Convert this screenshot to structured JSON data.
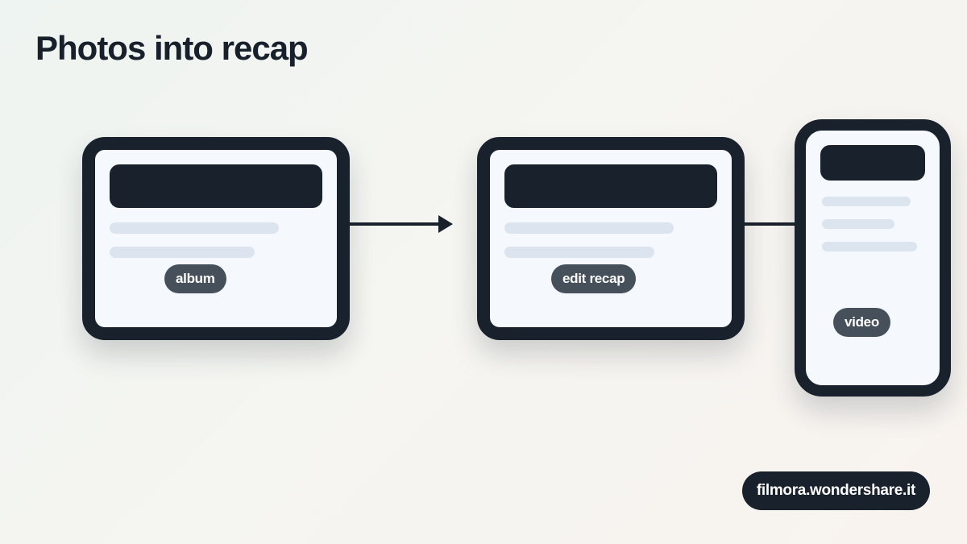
{
  "title": "Photos into recap",
  "nodes": {
    "album": {
      "label": "album"
    },
    "edit_recap": {
      "label": "edit recap"
    },
    "video": {
      "label": "video"
    }
  },
  "edges": [
    {
      "from": "album",
      "to": "edit_recap",
      "style": "arrow"
    },
    {
      "from": "edit_recap",
      "to": "video",
      "style": "line"
    }
  ],
  "footer": {
    "text": "filmora.wondershare.it"
  },
  "colors": {
    "dark": "#18212c",
    "screen": "#f5f8fd",
    "skeleton": "#dce5ef",
    "pill": "#46505b"
  }
}
